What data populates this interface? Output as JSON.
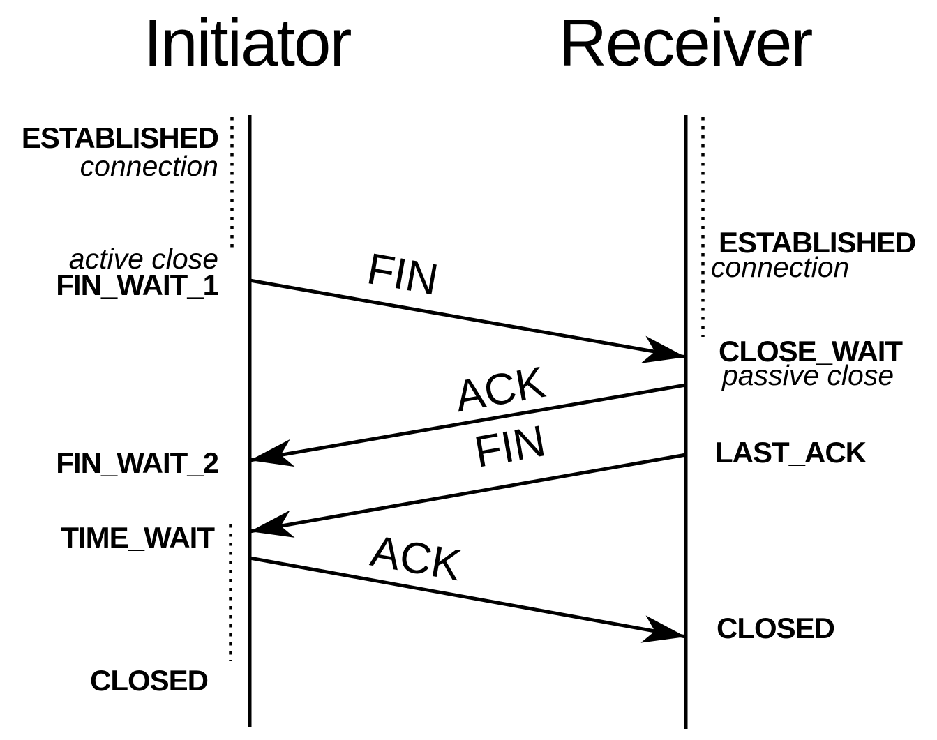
{
  "colors": {
    "foreground": "#000000",
    "background": "#ffffff"
  },
  "actors": [
    {
      "name": "Initiator"
    },
    {
      "name": "Receiver"
    }
  ],
  "initiator_states": [
    {
      "label": "ESTABLISHED",
      "note": "connection"
    },
    {
      "note": "active close",
      "label": "FIN_WAIT_1"
    },
    {
      "label": "FIN_WAIT_2"
    },
    {
      "label": "TIME_WAIT"
    },
    {
      "label": "CLOSED"
    }
  ],
  "receiver_states": [
    {
      "label": "ESTABLISHED",
      "note": "connection"
    },
    {
      "label": "CLOSE_WAIT",
      "note": "passive close"
    },
    {
      "label": "LAST_ACK"
    },
    {
      "label": "CLOSED"
    }
  ],
  "messages": [
    {
      "label": "FIN",
      "from": "Initiator",
      "to": "Receiver"
    },
    {
      "label": "ACK",
      "from": "Receiver",
      "to": "Initiator"
    },
    {
      "label": "FIN",
      "from": "Receiver",
      "to": "Initiator"
    },
    {
      "label": "ACK",
      "from": "Initiator",
      "to": "Receiver"
    }
  ]
}
